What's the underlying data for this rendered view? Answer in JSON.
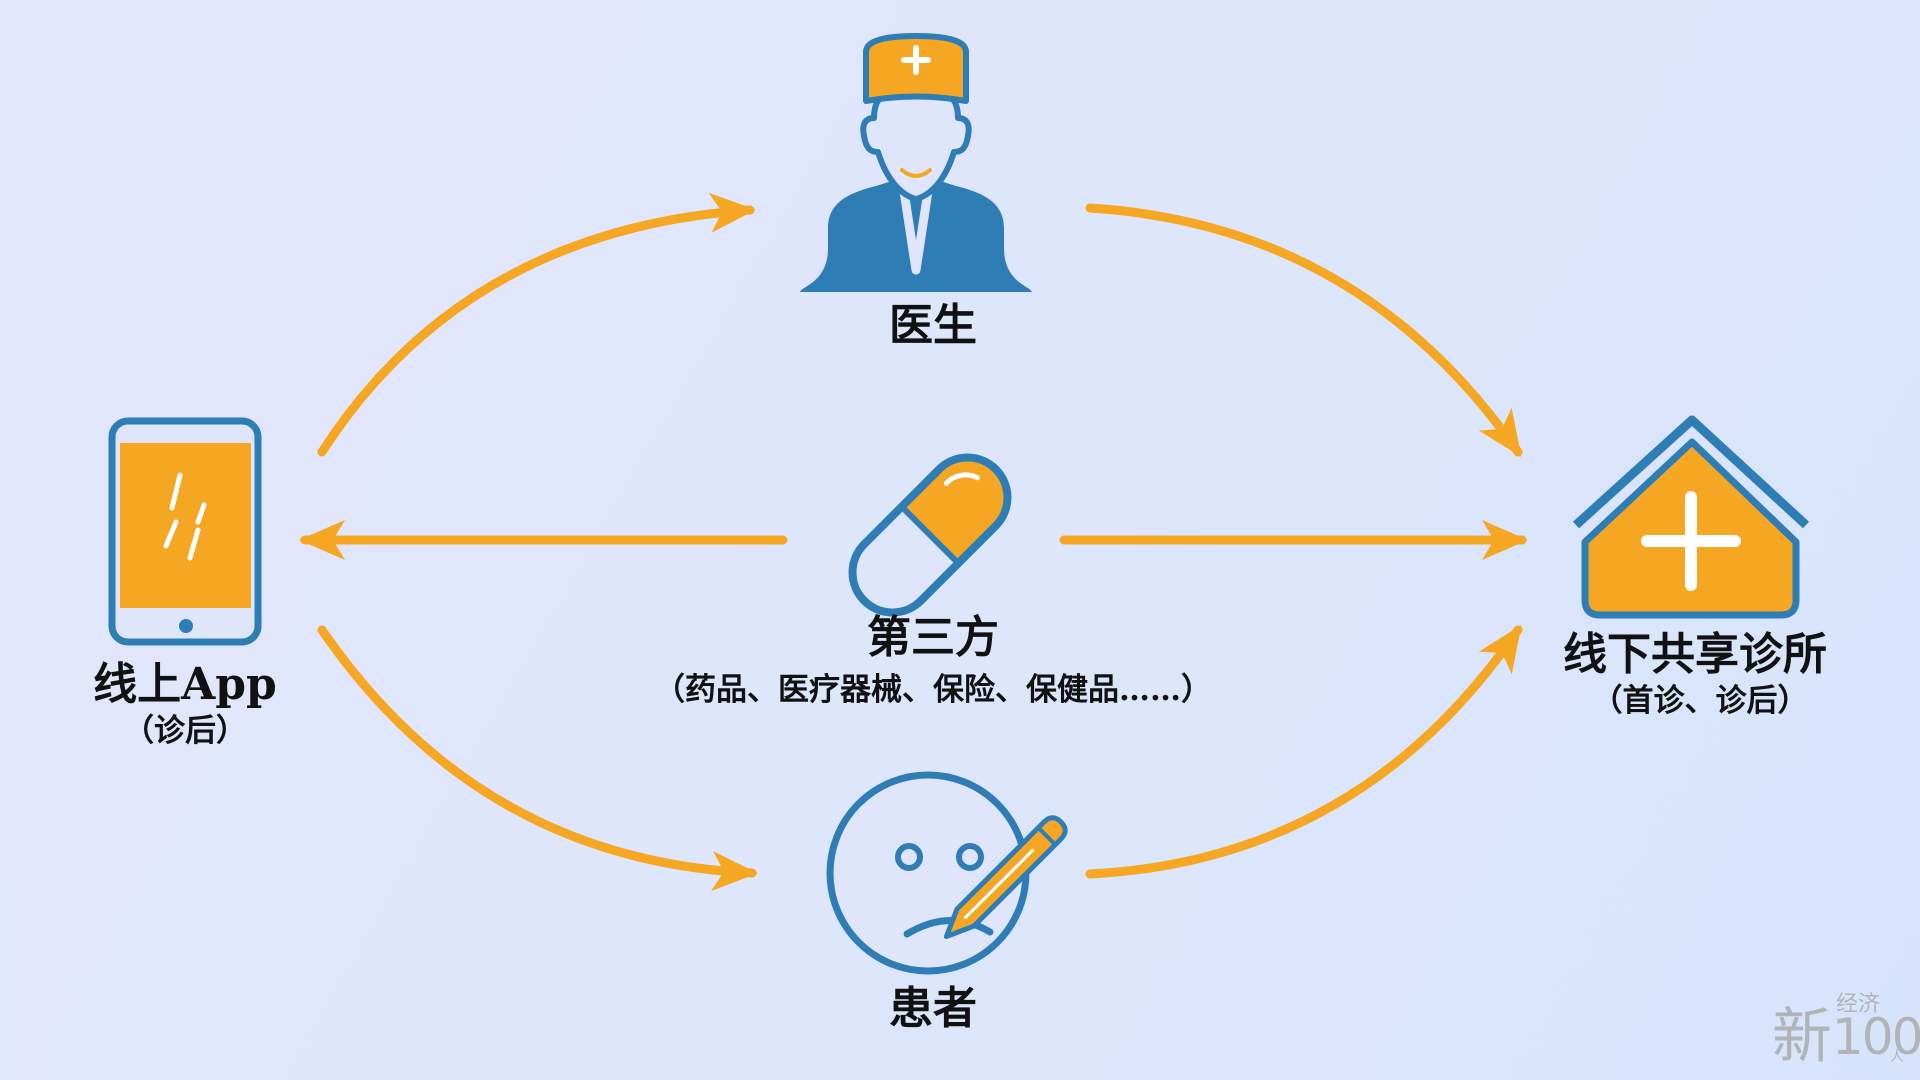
{
  "nodes": {
    "doctor": {
      "label": "医生"
    },
    "online_app": {
      "label": "线上App",
      "sublabel": "（诊后）"
    },
    "third_party": {
      "label": "第三方",
      "sublabel": "（药品、医疗器械、保险、保健品……）"
    },
    "clinic": {
      "label": "线下共享诊所",
      "sublabel": "（首诊、诊后）"
    },
    "patient": {
      "label": "患者"
    }
  },
  "edges": [
    {
      "from": "online_app",
      "to": "doctor"
    },
    {
      "from": "doctor",
      "to": "clinic"
    },
    {
      "from": "third_party",
      "to": "online_app"
    },
    {
      "from": "third_party",
      "to": "clinic"
    },
    {
      "from": "online_app",
      "to": "patient"
    },
    {
      "from": "patient",
      "to": "clinic"
    }
  ],
  "watermark": {
    "main": "新",
    "top": "经济",
    "number": "100",
    "small": "人"
  },
  "colors": {
    "orange": "#f5a623",
    "blue": "#2e7db5",
    "background": "#e0e6fb"
  }
}
